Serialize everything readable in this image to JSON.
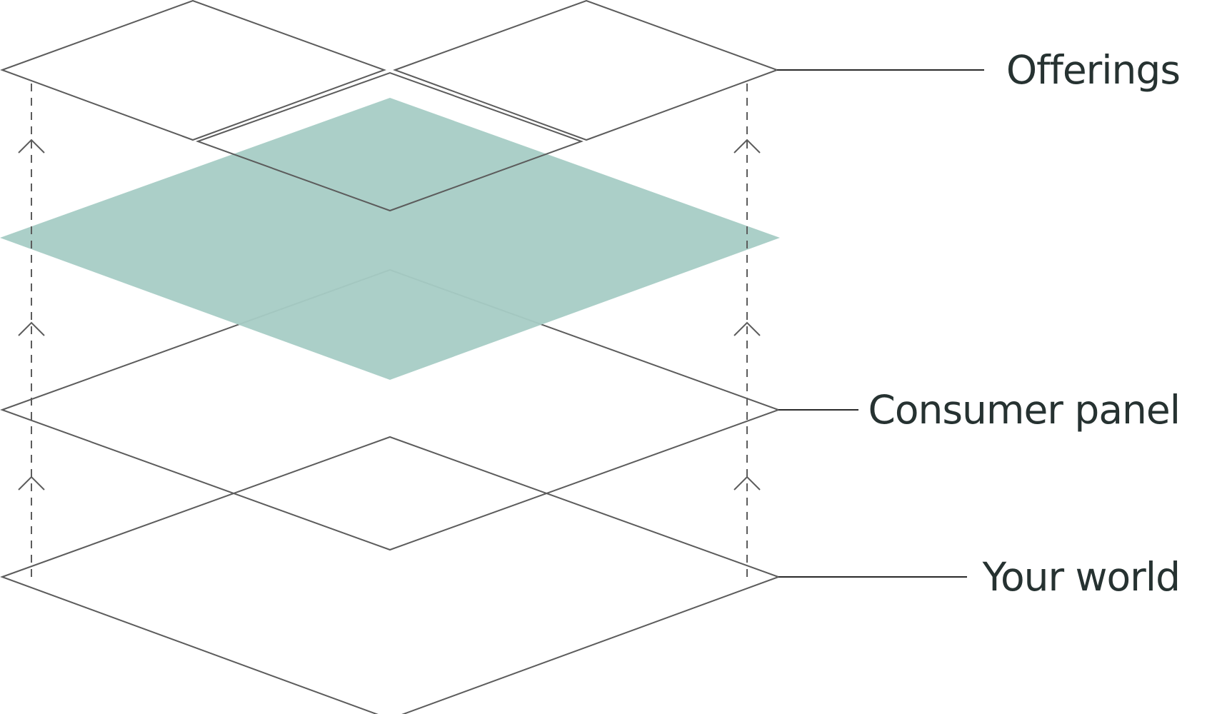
{
  "colors": {
    "line": "#5c5c5c",
    "connector": "#2a2a2a",
    "highlight_fill": "#a6ccc5",
    "label": "#263231",
    "background": "#ffffff"
  },
  "layers": [
    {
      "id": "offerings",
      "label": "Offerings"
    },
    {
      "id": "consumer-panel",
      "label": "Consumer panel"
    },
    {
      "id": "your-world",
      "label": "Your world"
    }
  ],
  "flow_direction": "upward"
}
